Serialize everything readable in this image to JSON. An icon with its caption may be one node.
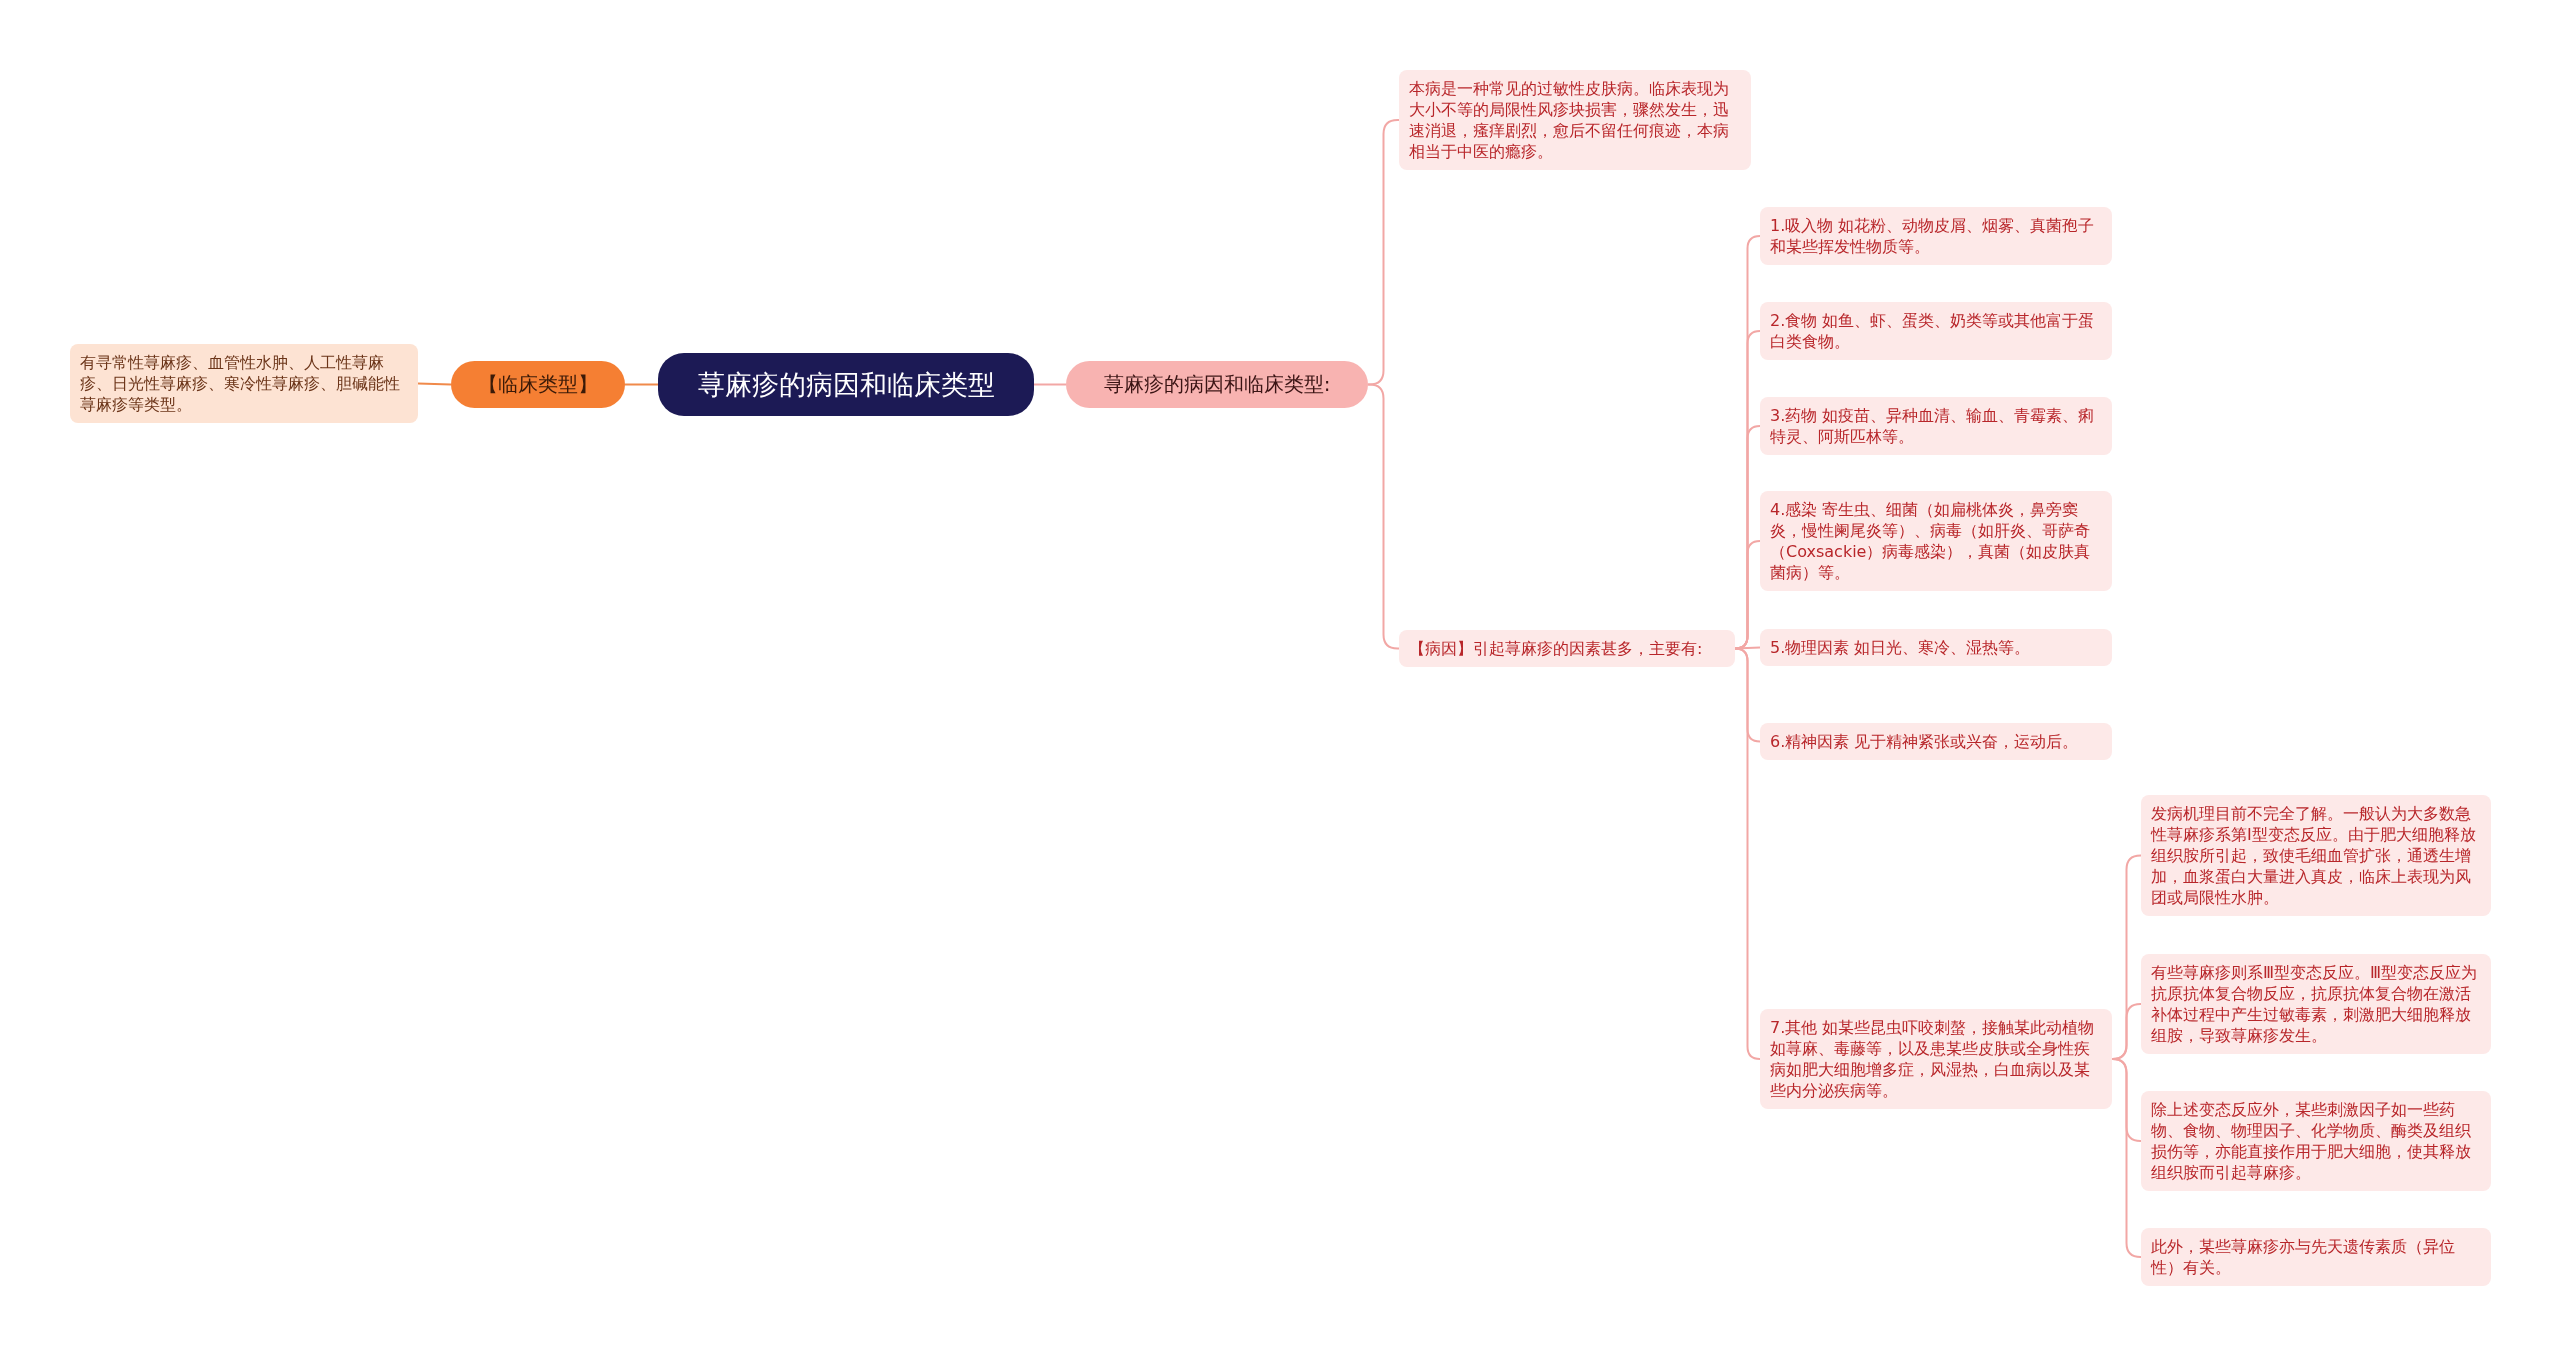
{
  "diagram": {
    "nodes": [
      {
        "text": [
          "荨麻疹的病因和临床类型"
        ]
      },
      {
        "text": [
          "【临床类型】"
        ]
      },
      {
        "text": [
          "有寻常性荨麻疹、血管性水肿、人工性荨麻疹、日光性荨麻疹、寒冷性荨麻疹、胆碱能性荨麻疹等类型。"
        ]
      },
      {
        "text": [
          "荨麻疹的病因和临床类型:"
        ]
      },
      {
        "text": [
          "本病是一种常见的过敏性皮肤病。临床表现为大小不等的局限性风疹块损害，骤然发生，迅速消退，瘙痒剧烈，愈后不留任何痕迹，本病相当于中医的瘾疹。"
        ]
      },
      {
        "text": [
          "【病因】引起荨麻疹的因素甚多，主要有:"
        ]
      },
      {
        "text": [
          "1.吸入物 如花粉、动物皮屑、烟雾、真菌孢子和某些挥发性物质等。"
        ]
      },
      {
        "text": [
          "2.食物 如鱼、虾、蛋类、奶类等或其他富于蛋白类食物。"
        ]
      },
      {
        "text": [
          "3.药物 如疫苗、异种血清、输血、青霉素、痢特灵、阿斯匹林等。"
        ]
      },
      {
        "text": [
          "4.感染 寄生虫、细菌（如扁桃体炎，鼻旁窦炎，慢性阑尾炎等）、病毒（如肝炎、哥萨奇（Coxsackie）病毒感染），真菌（如皮肤真菌病）等。"
        ]
      },
      {
        "text": [
          "5.物理因素 如日光、寒冷、湿热等。"
        ]
      },
      {
        "text": [
          "6.精神因素 见于精神紧张或兴奋，运动后。"
        ]
      },
      {
        "text": [
          "7.其他 如某些昆虫吓咬刺螯，接触某此动植物如荨麻、毒藤等，以及患某些皮肤或全身性疾病如肥大细胞增多症，风湿热，白血病以及某些内分泌疾病等。"
        ]
      },
      {
        "text": [
          "发病机理目前不完全了解。一般认为大多数急性荨麻疹系第Ⅰ型变态反应。由于肥大细胞释放组织胺所引起，致使毛细血管扩张，通透生增加，血浆蛋白大量进入真皮，临床上表现为风团或局限性水肿。"
        ]
      },
      {
        "text": [
          "有些荨麻疹则系Ⅲ型变态反应。Ⅲ型变态反应为抗原抗体复合物反应，抗原抗体复合物在激活补体过程中产生过敏毒素，刺激肥大细胞释放组胺，导致荨麻疹发生。"
        ]
      },
      {
        "text": [
          "除上述变态反应外，某些刺激因子如一些药物、食物、物理因子、化学物质、酶类及组织损伤等，亦能直接作用于肥大细胞，使其释放组织胺而引起荨麻疹。"
        ]
      },
      {
        "text": [
          "此外，某些荨麻疹亦与先天遗传素质（异位性）有关。"
        ]
      }
    ],
    "edges": [
      {
        "from": 0,
        "to": 1,
        "arrow": "none",
        "color": "#f08a4b"
      },
      {
        "from": 1,
        "to": 2,
        "arrow": "none",
        "color": "#f08a4b"
      },
      {
        "from": 0,
        "to": 3,
        "arrow": "none"
      },
      {
        "from": 3,
        "to": 4,
        "arrow": "none"
      },
      {
        "from": 3,
        "to": 5,
        "arrow": "none"
      },
      {
        "from": 5,
        "to": 6,
        "arrow": "none"
      },
      {
        "from": 5,
        "to": 7,
        "arrow": "none"
      },
      {
        "from": 5,
        "to": 8,
        "arrow": "none"
      },
      {
        "from": 5,
        "to": 9,
        "arrow": "none"
      },
      {
        "from": 5,
        "to": 10,
        "arrow": "none"
      },
      {
        "from": 5,
        "to": 11,
        "arrow": "none"
      },
      {
        "from": 5,
        "to": 12,
        "arrow": "none"
      },
      {
        "from": 12,
        "to": 13,
        "arrow": "none"
      },
      {
        "from": 12,
        "to": 14,
        "arrow": "none"
      },
      {
        "from": 12,
        "to": 15,
        "arrow": "none"
      },
      {
        "from": 12,
        "to": 16,
        "arrow": "none"
      }
    ]
  }
}
